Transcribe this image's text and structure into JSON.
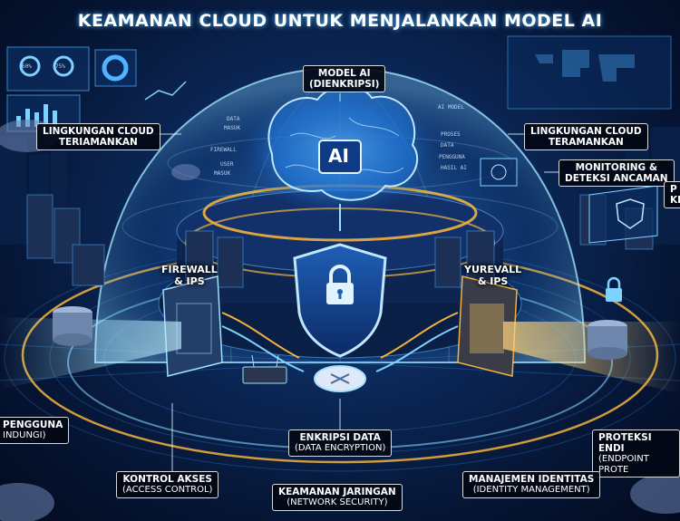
{
  "title": "KEAMANAN CLOUD UNTUK MENJALANKAN MODEL AI",
  "labels": {
    "model_ai": {
      "line1": "MODEL AI",
      "line2": "(DIENKRIPSI)"
    },
    "cloud_left": {
      "line1": "LINGKUNGAN CLOUD",
      "line2": "TERIAMANKAN"
    },
    "cloud_right": {
      "line1": "LINGKUNGAN CLOUD",
      "line2": "TERAMANKAN"
    },
    "monitoring": {
      "line1": "MONITORING &",
      "line2": "DETEKSI ANCAMAN"
    },
    "right_edge": {
      "line1": "P",
      "line2": "KE"
    },
    "firewall_left": {
      "line1": "FIREWALL",
      "line2": "& IPS"
    },
    "firewall_right": {
      "line1": "YUREVALL",
      "line2": "& IPS"
    },
    "pengguna": {
      "line1": "PENGGUNA",
      "line2": "INDUNGI)"
    },
    "enkripsi": {
      "line1": "ENKRIPSI DATA",
      "line2": "(DATA ENCRYPTION)"
    },
    "proteksi": {
      "line1": "PROTEKSI ENDI",
      "line2": "(ENDPOINT PROTE"
    },
    "kontrol": {
      "line1": "KONTROL AKSES",
      "line2": "(ACCESS CONTROL)"
    },
    "jaringan": {
      "line1": "KEAMANAN JARINGAN",
      "line2": "(NETWORK SECURITY)"
    },
    "identitas": {
      "line1": "MANAJEMEN IDENTITAS",
      "line2": "(IDENTITY MANAGEMENT)"
    }
  },
  "ai_chip": "AI",
  "small_text": {
    "left": [
      "DATA",
      "MASUK",
      "FIREWALL",
      "USER",
      "MASUK"
    ],
    "right": [
      "AI MODEL",
      "PROSES",
      "DATA",
      "PENGGUNA",
      "HASIL AI"
    ]
  },
  "dashboard": {
    "gauge1": "60%",
    "gauge2": "75%"
  },
  "colors": {
    "accent": "#4fb4ff",
    "gold": "#f2b33d",
    "background": "#061636"
  }
}
